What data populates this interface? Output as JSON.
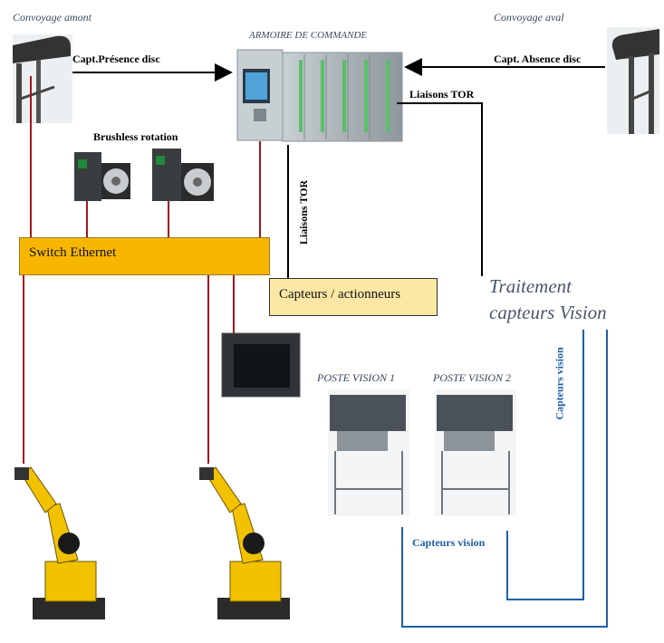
{
  "labels": {
    "convoyage_amont": "Convoyage amont",
    "convoyage_aval": "Convoyage aval",
    "armoire": "ARMOIRE DE COMMANDE",
    "capt_presence": "Capt.Présence disc",
    "capt_absence": "Capt. Absence disc",
    "liaisons_tor_h": "Liaisons TOR",
    "liaisons_tor_v": "Liaisons TOR",
    "brushless": "Brushless rotation",
    "switch": "Switch Ethernet",
    "capteurs_actionneurs": "Capteurs / actionneurs",
    "traitement_line1": "Traitement",
    "traitement_line2": "capteurs Vision",
    "poste_vision_1": "POSTE VISION 1",
    "poste_vision_2": "POSTE VISION 2",
    "capteurs_vision_h": "Capteurs vision",
    "capteurs_vision_v": "Capteurs vision"
  },
  "colors": {
    "ethernet_line": "#a3161b",
    "vision_line": "#1f5fa6",
    "switch_fill": "#f7b600",
    "capteurs_fill": "#fde7a5",
    "robot_yellow": "#f2c200"
  }
}
